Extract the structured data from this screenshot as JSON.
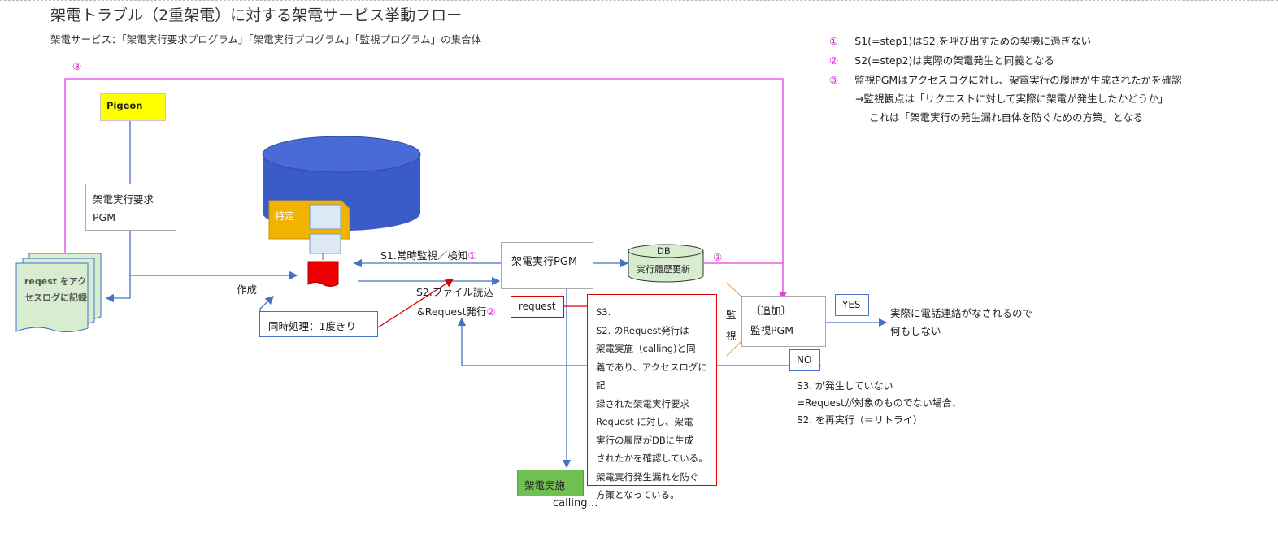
{
  "header": {
    "title": "架電トラブル（2重架電）に対する架電サービス挙動フロー",
    "subtitle": "架電サービス：「架電実行要求プログラム」「架電実行プログラム」「監視プログラム」の集合体"
  },
  "notes": [
    {
      "num": "①",
      "text": "S1(=step1)はS2.を呼び出すための契機に過ぎない"
    },
    {
      "num": "②",
      "text": "S2(=step2)は実際の架電発生と同義となる"
    },
    {
      "num": "③",
      "text": "監視PGMはアクセスログに対し、架電実行の履歴が生成されたかを確認"
    }
  ],
  "note_sub1": "→監視観点は「リクエストに対して実際に架電が発生したかどうか」",
  "note_sub2": "これは「架電実行の発生漏れ自体を防ぐための方策」となる",
  "loop_marker": "③",
  "db_marker": "③",
  "pigeon": "Pigeon",
  "request_pgm_line1": "架電実行要求",
  "request_pgm_line2": "PGM",
  "access_log_line1": "reqest をアク",
  "access_log_line2": "セスログに記録",
  "tokutei": "特定",
  "create": "作成",
  "simultaneous": "同時処理：1度きり",
  "s1_text": "S1.常時監視／検知",
  "s1_num": "①",
  "s2_line1": "S2.ファイル読込",
  "s2_line2": "&Request発行",
  "s2_num": "②",
  "exec_pgm": "架電実行PGM",
  "db_title": "DB",
  "db_sub": "実行履歴更新",
  "request_label": "request",
  "s3_note": [
    "S3.",
    "S2. のRequest発行は",
    "架電実施（calling)と同",
    "義であり、アクセスログに記",
    "録された架電実行要求",
    "Request に対し、架電",
    "実行の履歴がDBに生成",
    "されたかを確認している。",
    "架電実行発生漏れを防ぐ",
    "方策となっている。"
  ],
  "calling_box": "架電実施",
  "calling_text": "calling…",
  "kanshi_v1": "監",
  "kanshi_v2": "視",
  "monitor_line1": "〔追加〕",
  "monitor_line2": "監視PGM",
  "yes": "YES",
  "yes_result_line1": "実際に電話連絡がなされるので",
  "yes_result_line2": "何もしない",
  "no": "NO",
  "no_result": [
    "S3. が発生していない",
    "=Requestが対象のものでない場合、",
    "S2. を再実行（＝リトライ）"
  ],
  "colors": {
    "blue_line": "#4472c4",
    "magenta": "#e040e0",
    "red": "#e00000",
    "pigeon_fill": "#ffff00",
    "calling_fill": "#70c050",
    "db_fill": "#3b5bc8",
    "tokutei_fill": "#f0b400",
    "small_db_fill": "#d8ecd0",
    "orange_line": "#f0a050"
  }
}
